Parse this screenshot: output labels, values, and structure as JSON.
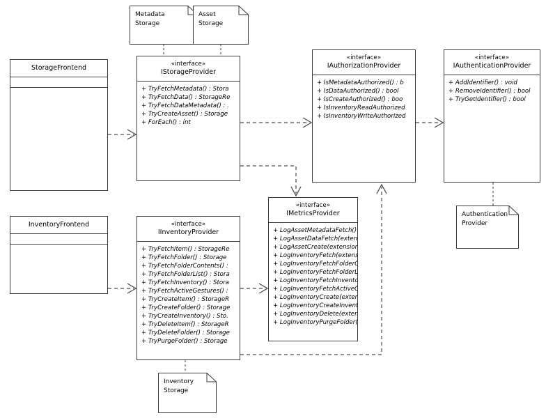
{
  "diagram": {
    "type": "uml-class-diagram",
    "title": "Storage and Inventory Provider Architecture"
  },
  "notes": [
    {
      "id": "metadata-storage",
      "label": "Metadata\nStorage"
    },
    {
      "id": "asset-storage",
      "label": "Asset\nStorage"
    },
    {
      "id": "authentication-provider",
      "label": "Authentication\nProvider"
    },
    {
      "id": "inventory-storage",
      "label": "Inventory\nStorage"
    }
  ],
  "classes": [
    {
      "id": "storage-frontend",
      "stereotype": "",
      "name": "StorageFrontend",
      "attributes": [],
      "operations": []
    },
    {
      "id": "inventory-frontend",
      "stereotype": "",
      "name": "InventoryFrontend",
      "attributes": [],
      "operations": []
    },
    {
      "id": "istorage-provider",
      "stereotype": "«interface»",
      "name": "IStorageProvider",
      "attributes": [],
      "operations": [
        "+ TryFetchMetadata() : Stora",
        "+ TryFetchData() : StorageRe",
        "+ TryFetchDataMetadata() : .",
        "+ TryCreateAsset() : Storage",
        "+ ForEach() : int"
      ]
    },
    {
      "id": "iauthorization-provider",
      "stereotype": "«interface»",
      "name": "IAuthorizationProvider",
      "attributes": [],
      "operations": [
        "+ IsMetadataAuthorized() : b",
        "+ IsDataAuthorized() : bool",
        "+ IsCreateAuthorized() : boo",
        "+ IsInventoryReadAuthorized",
        "+ IsInventoryWriteAuthorized"
      ]
    },
    {
      "id": "iauthentication-provider",
      "stereotype": "«interface»",
      "name": "IAuthenticationProvider",
      "attributes": [],
      "operations": [
        "+ AddIdentifier() : void",
        "+ RemoveIdentifier() : bool",
        "+ TryGetIdentifier() : bool"
      ]
    },
    {
      "id": "iinventory-provider",
      "stereotype": "«interface»",
      "name": "IInventoryProvider",
      "attributes": [],
      "operations": [
        "+ TryFetchItem() : StorageRe",
        "+ TryFetchFolder() : Storage",
        "+ TryFetchFolderContents() :",
        "+ TryFetchFolderList() : Stora",
        "+ TryFetchInventory() : Stora",
        "+ TryFetchActiveGestures() :",
        "+ TryCreateItem() : StorageR",
        "+ TryCreateFolder() : Storage",
        "+ TryCreateInventory() : Sto.",
        "+ TryDeleteItem() : StorageR",
        "+ TryDeleteFolder() : Storage",
        "+ TryPurgeFolder() : Storage"
      ]
    },
    {
      "id": "imetrics-provider",
      "stereotype": "«interface»",
      "name": "IMetricsProvider",
      "attributes": [],
      "operations": [
        "+ LogAssetMetadataFetch() :",
        "+ LogAssetDataFetch(extens",
        "+ LogAssetCreate(extension:",
        "+ LogInventoryFetch(extens",
        "+ LogInventoryFetchFolderC",
        "+ LogInventoryFetchFolderLi",
        "+ LogInventoryFetchInvento",
        "+ LogInventoryFetchActiveG",
        "+ LogInventoryCreate(exten",
        "+ LogInventoryCreateInvent",
        "+ LogInventoryDelete(extens",
        "+ LogInventoryPurgeFolder(e"
      ]
    }
  ],
  "edges": [
    {
      "id": "storage-frontend-to-istorage-provider",
      "kind": "dependency",
      "from": "storage-frontend",
      "to": "istorage-provider"
    },
    {
      "id": "istorage-provider-to-iauthorization-provider",
      "kind": "dependency",
      "from": "istorage-provider",
      "to": "iauthorization-provider"
    },
    {
      "id": "iauthorization-provider-to-iauthentication",
      "kind": "dependency",
      "from": "iauthorization-provider",
      "to": "iauthentication-provider"
    },
    {
      "id": "istorage-provider-to-imetrics-provider",
      "kind": "dependency",
      "from": "istorage-provider",
      "to": "imetrics-provider"
    },
    {
      "id": "inventory-frontend-to-iinventory-provider",
      "kind": "dependency",
      "from": "inventory-frontend",
      "to": "iinventory-provider"
    },
    {
      "id": "iinventory-provider-to-imetrics-provider",
      "kind": "dependency",
      "from": "iinventory-provider",
      "to": "imetrics-provider"
    },
    {
      "id": "iinventory-provider-to-iauthorization-provider",
      "kind": "dependency",
      "from": "iinventory-provider",
      "to": "iauthorization-provider"
    },
    {
      "id": "metadata-storage-to-istorage-provider",
      "kind": "anchor",
      "from": "metadata-storage",
      "to": "istorage-provider"
    },
    {
      "id": "asset-storage-to-istorage-provider",
      "kind": "anchor",
      "from": "asset-storage",
      "to": "istorage-provider"
    },
    {
      "id": "iauthentication-provider-to-auth-note",
      "kind": "anchor",
      "from": "iauthentication-provider",
      "to": "authentication-provider"
    },
    {
      "id": "iinventory-provider-to-inventory-storage",
      "kind": "anchor",
      "from": "iinventory-provider",
      "to": "inventory-storage"
    }
  ]
}
